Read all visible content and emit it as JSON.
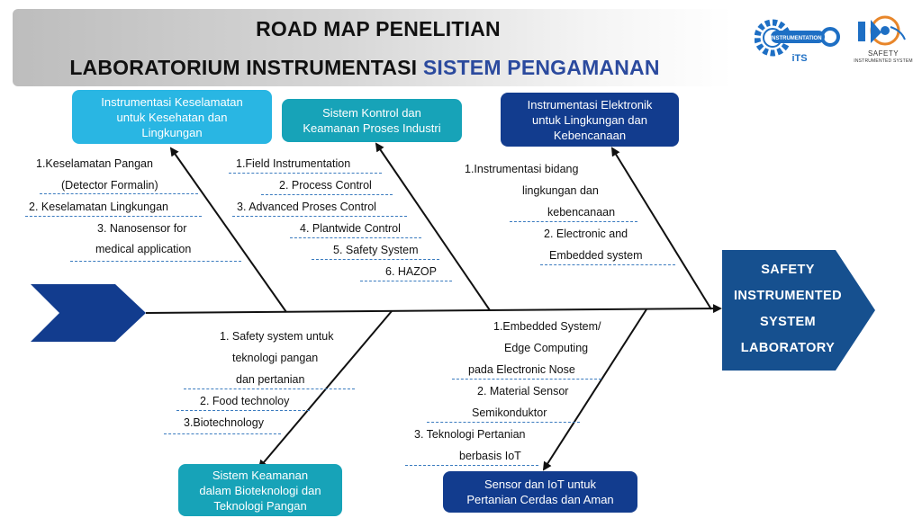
{
  "title": {
    "line1": "ROAD MAP PENELITIAN",
    "line2_main": "LABORATORIUM INSTRUMENTASI",
    "line2_accent": "SISTEM PENGAMANAN"
  },
  "logos": {
    "its_label": "INSTRUMENTATION",
    "its_sub": "iTS",
    "sis_line1": "SAFETY",
    "sis_line2": "INSTRUMENTED SYSTEM"
  },
  "effect": {
    "lines": [
      "SAFETY",
      "INSTRUMENTED",
      "SYSTEM",
      "LABORATORY"
    ]
  },
  "categories": {
    "top_left": {
      "label": [
        "Instrumentasi Keselamatan",
        "untuk Kesehatan dan",
        "Lingkungan"
      ],
      "items": [
        "1.Keselamatan Pangan",
        "(Detector Formalin)",
        "2. Keselamatan Lingkungan",
        "3. Nanosensor for",
        "medical application"
      ]
    },
    "top_mid": {
      "label": [
        "Sistem Kontrol dan",
        "Keamanan Proses Industri"
      ],
      "items": [
        "1.Field Instrumentation",
        "2. Process Control",
        "3. Advanced Proses Control",
        "4. Plantwide Control",
        "5. Safety System",
        "6. HAZOP"
      ]
    },
    "top_right": {
      "label": [
        "Instrumentasi Elektronik",
        "untuk Lingkungan dan",
        "Kebencanaan"
      ],
      "items": [
        "1.Instrumentasi bidang",
        "lingkungan dan",
        "kebencanaan",
        "2. Electronic and",
        "Embedded system"
      ]
    },
    "bottom_left": {
      "label": [
        "Sistem Keamanan",
        "dalam Bioteknologi dan",
        "Teknologi Pangan"
      ],
      "items": [
        "1. Safety system untuk",
        "teknologi pangan",
        "dan pertanian",
        "2. Food technoloy",
        "3.Biotechnology"
      ]
    },
    "bottom_right": {
      "label": [
        "Sensor dan IoT untuk",
        "Pertanian Cerdas dan Aman"
      ],
      "items": [
        "1.Embedded System/",
        "Edge Computing",
        "pada Electronic Nose",
        "2. Material Sensor",
        "Semikonduktor",
        "3. Teknologi Pertanian",
        "berbasis IoT"
      ]
    }
  },
  "colors": {
    "spine_arrow": "#123c8e",
    "teal_light": "#29b6e3",
    "teal_dark": "#17a3b8",
    "navy": "#123c8e",
    "title_accent": "#2b4a9e"
  }
}
